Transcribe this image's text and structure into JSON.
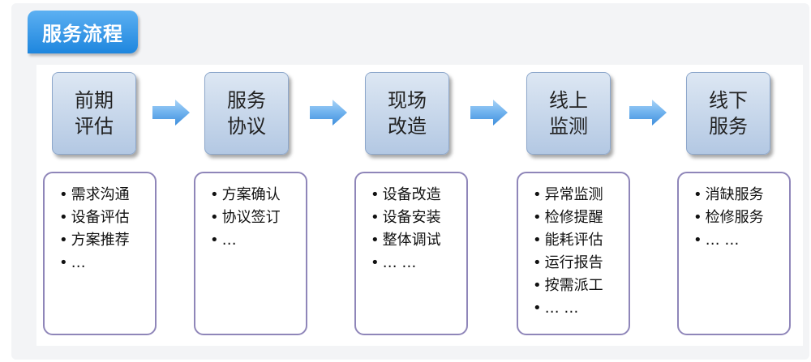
{
  "title": "服务流程",
  "steps": [
    {
      "line1": "前期",
      "line2": "评估",
      "items": [
        "需求沟通",
        "设备评估",
        "方案推荐",
        "…"
      ]
    },
    {
      "line1": "服务",
      "line2": "协议",
      "items": [
        "方案确认",
        "协议签订",
        "…"
      ]
    },
    {
      "line1": "现场",
      "line2": "改造",
      "items": [
        "设备改造",
        "设备安装",
        "整体调试",
        "… …"
      ]
    },
    {
      "line1": "线上",
      "line2": "监测",
      "items": [
        "异常监测",
        "检修提醒",
        "能耗评估",
        "运行报告",
        "按需派工",
        "… …"
      ]
    },
    {
      "line1": "线下",
      "line2": "服务",
      "items": [
        "消缺服务",
        "检修服务",
        "… …"
      ]
    }
  ],
  "colors": {
    "title_tag": "#2a8fe3",
    "step_fill": "#c6d6ea",
    "step_border": "#8da7cb",
    "detail_border": "#8f86b9",
    "arrow": "#5aa2e8"
  },
  "icons": {
    "connector": "right-arrow-icon"
  }
}
